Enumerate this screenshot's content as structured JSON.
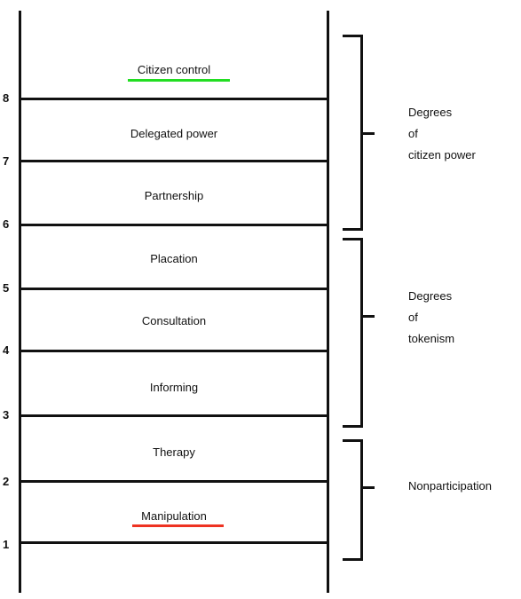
{
  "rungs": [
    {
      "number": "8",
      "label": "Citizen control",
      "accent": "#22dd22"
    },
    {
      "number": "7",
      "label": "Delegated power"
    },
    {
      "number": "6",
      "label": "Partnership"
    },
    {
      "number": "5",
      "label": "Placation"
    },
    {
      "number": "4",
      "label": "Consultation"
    },
    {
      "number": "3",
      "label": "Informing"
    },
    {
      "number": "2",
      "label": "Therapy"
    },
    {
      "number": "1",
      "label": "Manipulation",
      "accent": "#ee3322"
    }
  ],
  "groups": [
    {
      "lines": [
        "Degrees",
        "of",
        "citizen power"
      ]
    },
    {
      "lines": [
        "Degrees",
        "of",
        "tokenism"
      ]
    },
    {
      "lines": [
        "Nonparticipation"
      ]
    }
  ]
}
